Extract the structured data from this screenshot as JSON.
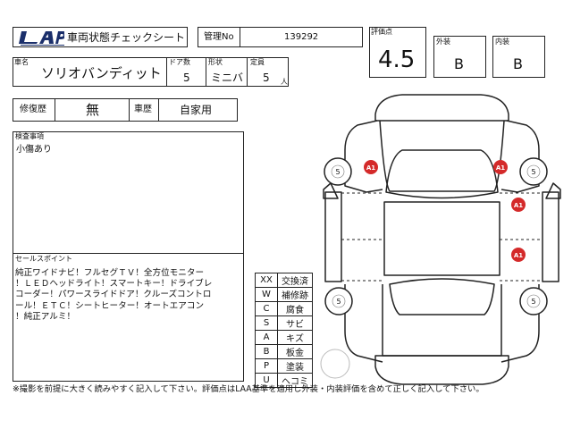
{
  "header": {
    "logo_text": "LAP",
    "sheet_title": "車両状態チェックシート",
    "mgmt_label": "管理No",
    "mgmt_no": "139292"
  },
  "scores": {
    "overall_label": "評価点",
    "overall": "4.5",
    "exterior_label": "外装",
    "exterior": "B",
    "interior_label": "内装",
    "interior": "B"
  },
  "vehicle": {
    "name_label": "車名",
    "name": "ソリオバンディット",
    "doors_label": "ドア数",
    "doors": "5",
    "shape_label": "形状",
    "shape": "ミニバ",
    "capacity_label": "定員",
    "capacity": "5",
    "capacity_unit": "人"
  },
  "history": {
    "repair_label": "修復歴",
    "repair": "無",
    "usage_label": "車歴",
    "usage": "自家用"
  },
  "inspection": {
    "label": "検査事項",
    "text": "小傷あり"
  },
  "selling_points": {
    "label": "セールスポイント",
    "lines": [
      "純正ワイドナビ！フルセグＴＶ！全方位モニター",
      "！ＬＥＤヘッドライト！スマートキー！ドライブレ",
      "コーダー！パワースライドドア！クルーズコントロ",
      "ール！ＥＴＣ！シートヒーター！オートエアコン",
      "！純正アルミ！"
    ]
  },
  "legend": [
    {
      "code": "XX",
      "meaning": "交換済"
    },
    {
      "code": "W",
      "meaning": "補修跡"
    },
    {
      "code": "C",
      "meaning": "腐食"
    },
    {
      "code": "S",
      "meaning": "サビ"
    },
    {
      "code": "A",
      "meaning": "キズ"
    },
    {
      "code": "B",
      "meaning": "板金"
    },
    {
      "code": "P",
      "meaning": "塗装"
    },
    {
      "code": "U",
      "meaning": "ヘコミ"
    }
  ],
  "diagram": {
    "tire_marks": [
      "5",
      "5",
      "5",
      "5"
    ],
    "damage_marks": [
      "A1",
      "A1",
      "A1",
      "A1"
    ],
    "damage_color": "#d42a2a"
  },
  "footer": {
    "note": "※撮影を前提に大きく読みやすく記入して下さい。評価点はLAA基準を適用し外装・内装評価を含めて正しく記入して下さい。"
  }
}
